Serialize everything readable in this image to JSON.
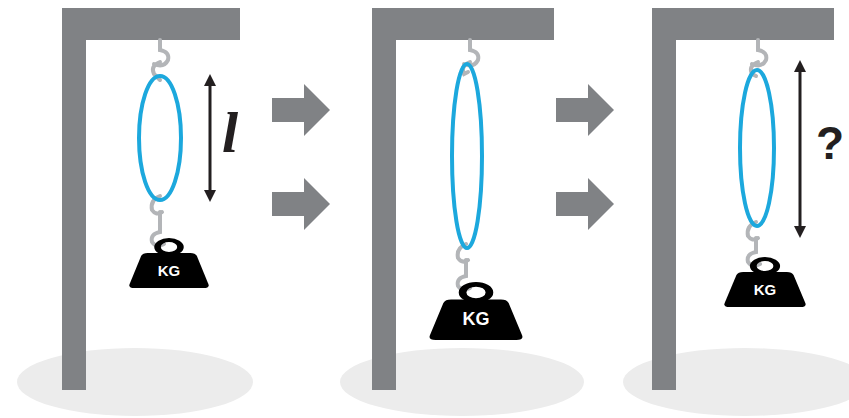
{
  "diagram": {
    "nodes": [
      {
        "text": [
          "KG"
        ]
      },
      {
        "text": [
          "KG"
        ]
      },
      {
        "text": [
          "KG"
        ]
      }
    ],
    "labels": [
      "l",
      "?"
    ]
  }
}
